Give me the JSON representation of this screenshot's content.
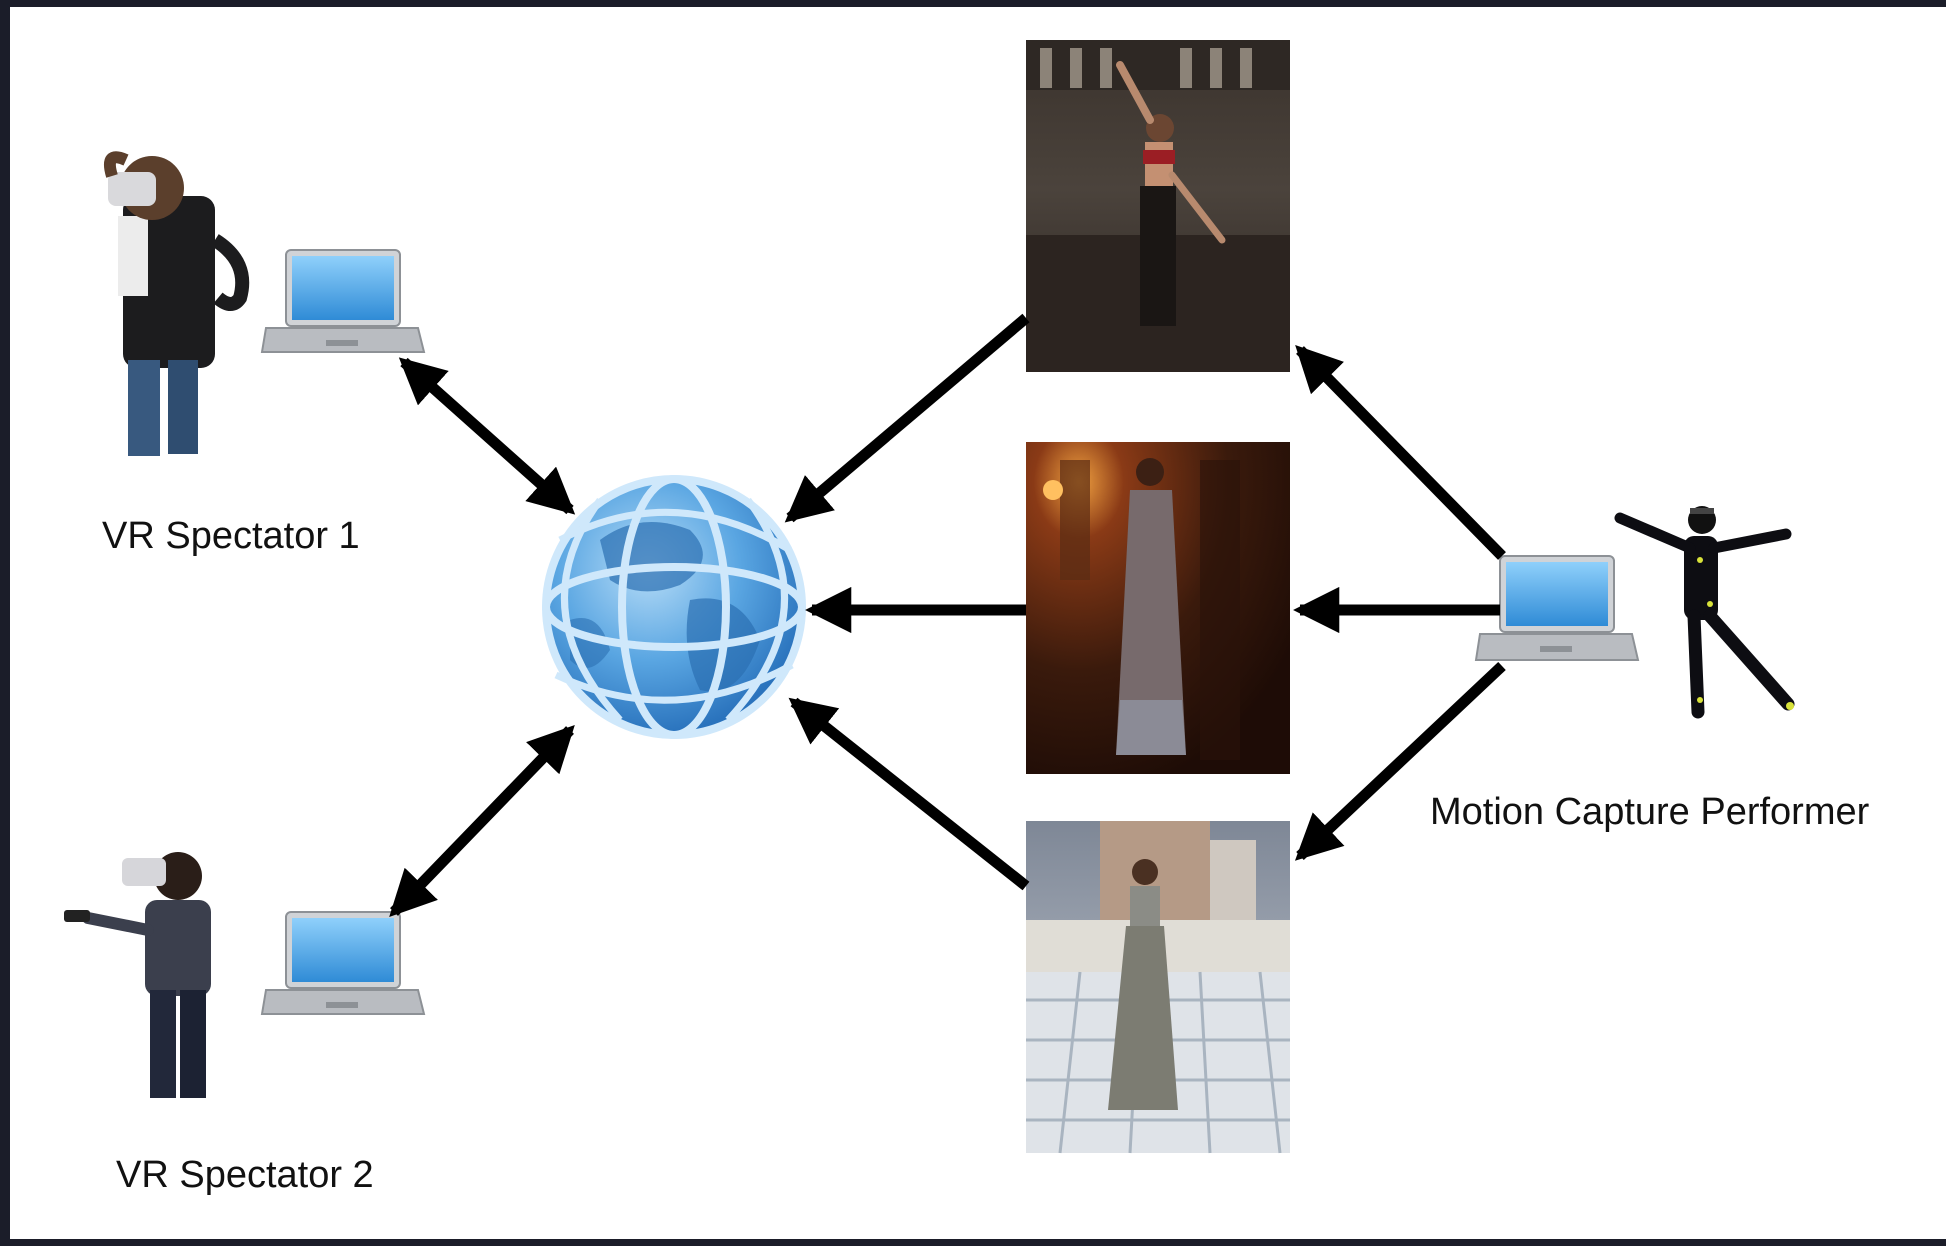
{
  "labels": {
    "spectator1": "VR Spectator 1",
    "spectator2": "VR Spectator 2",
    "performer": "Motion Capture Performer"
  },
  "colors": {
    "arrow": "#000000",
    "background": "#ffffff",
    "frame": "#1b1d29",
    "globe": "#4a94d6",
    "laptop_screen": "#3d97dc"
  },
  "icons": [
    "vr-headset-person-icon",
    "laptop-icon",
    "globe-icon",
    "mocap-suit-person-icon"
  ]
}
